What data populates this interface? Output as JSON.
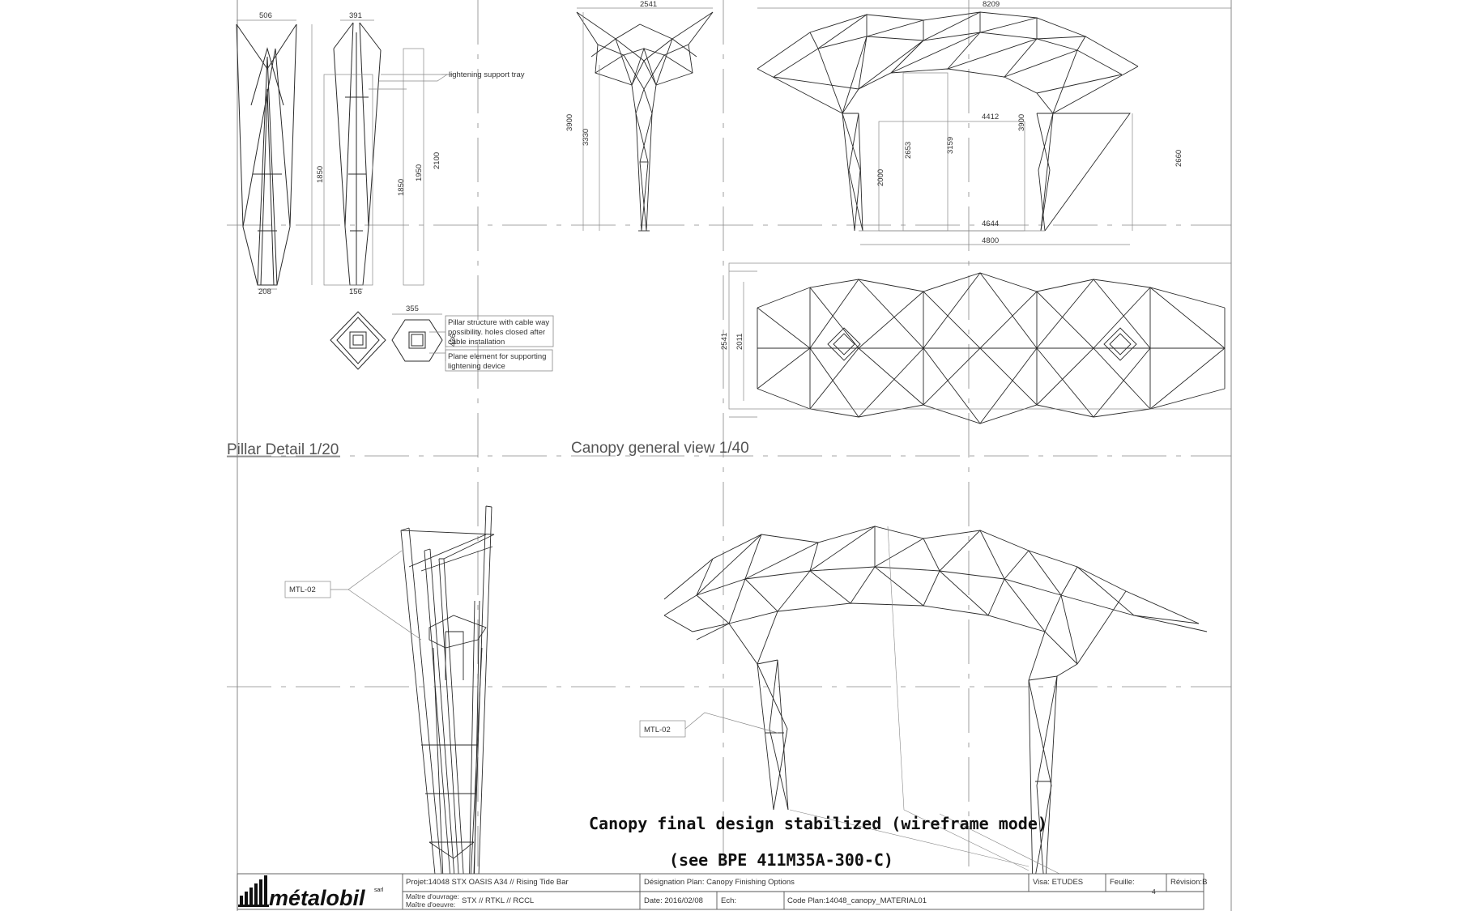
{
  "sections": {
    "pillar_title": "Pillar Detail 1/20",
    "canopy_title": "Canopy general view 1/40"
  },
  "pillar_dims": {
    "top_left": "506",
    "top_right": "391",
    "bottom_left": "208",
    "bottom_right": "156",
    "h1850_a": "1850",
    "h1850_b": "1850",
    "h1950": "1950",
    "h2100": "2100",
    "plan_width": "355",
    "plan_height": "436"
  },
  "pillar_notes": {
    "tray": "lightening support tray",
    "structure_1": "Pillar structure with cable way",
    "structure_2": "possibility. holes closed after",
    "structure_3": "cable installation",
    "plane_1": "Plane element for supporting",
    "plane_2": "lightening device"
  },
  "canopy_dims": {
    "side_width": "2541",
    "side_height_outer": "3900",
    "side_height_inner": "3330",
    "front_width": "8209",
    "h4412": "4412",
    "h3900": "3900",
    "h3159": "3159",
    "h2653": "2653",
    "h2000": "2000",
    "h2660": "2660",
    "w4644": "4644",
    "w4800": "4800",
    "plan_depth_outer": "2541",
    "plan_depth_inner": "2011"
  },
  "material_tags": {
    "pillar_tag": "MTL-02",
    "canopy_tag": "MTL-02"
  },
  "caption": {
    "line1": "Canopy final design stabilized (wireframe mode)",
    "line2": "(see BPE 411M35A-300-C)"
  },
  "title_block": {
    "logo": "métalobil",
    "logo_mark": "sarl",
    "projet": "Projet:14048  STX OASIS A34 // Rising Tide Bar",
    "maitre_ouvrage_label": "Maître d'ouvrage:",
    "maitre_oeuvre_label": "Maître d'oeuvre:",
    "maitre_value": "STX // RTKL // RCCL",
    "designation": "Désignation Plan: Canopy Finishing Options",
    "date": "Date: 2016/02/08",
    "ech": "Ech:",
    "code_plan": "Code Plan:14048_canopy_MATERIAL01",
    "visa": "Visa: ETUDES",
    "feuille": "Feuille:",
    "feuille_no": "4",
    "revision": "Révision:B"
  },
  "colors": {
    "line": "#2b2b2b",
    "thin": "#888888",
    "background": "#ffffff"
  }
}
